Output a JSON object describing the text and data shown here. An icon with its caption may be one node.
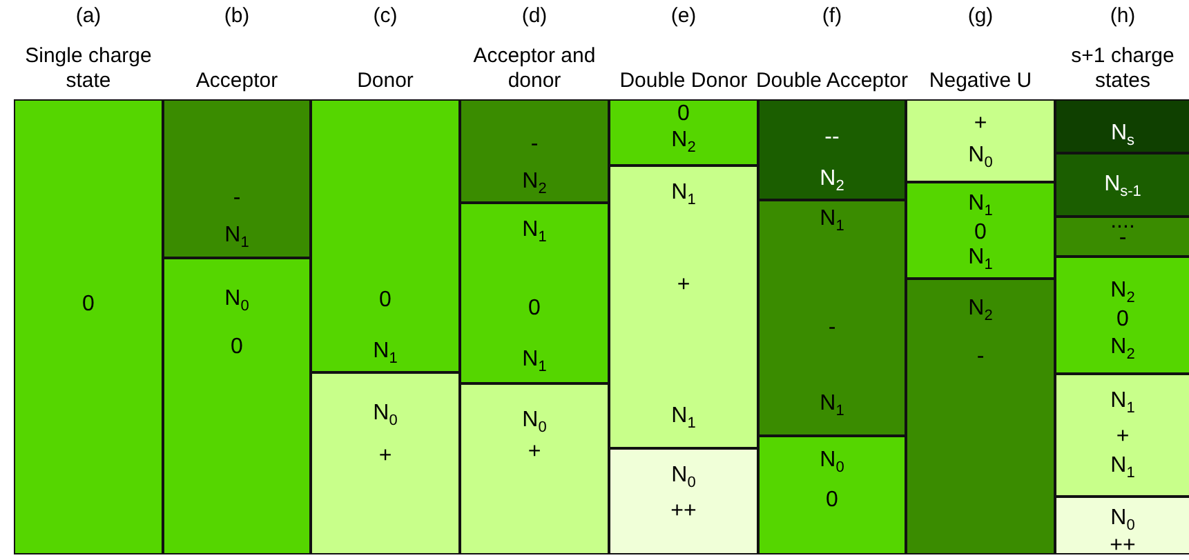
{
  "diagram": {
    "nodes": [
      {
        "text": [
          "0"
        ]
      },
      {
        "text": [
          "-",
          "N$_{1}$"
        ]
      },
      {
        "text": [
          "N$_{0}$",
          "0"
        ]
      },
      {
        "text": [
          "0",
          "N$_{1}$"
        ]
      },
      {
        "text": [
          "N$_{0}$",
          "+"
        ]
      },
      {
        "text": [
          "-",
          "N$_{2}$"
        ]
      },
      {
        "text": [
          "N$_{1}$",
          "0",
          "N$_{1}$"
        ]
      },
      {
        "text": [
          "N$_{0}$",
          "+"
        ]
      },
      {
        "text": [
          "0",
          "N$_{2}$"
        ]
      },
      {
        "text": [
          "N$_{1}$",
          "+",
          "N$_{1}$"
        ]
      },
      {
        "text": [
          "N$_{0}$",
          "++"
        ]
      },
      {
        "text": [
          "--",
          "N$_{2}$"
        ]
      },
      {
        "text": [
          "N$_{1}$",
          "-",
          "N$_{1}$"
        ]
      },
      {
        "text": [
          "N$_{0}$",
          "0"
        ]
      },
      {
        "text": [
          "+",
          "N$_{0}$"
        ]
      },
      {
        "text": [
          "N$_{1}$",
          "0",
          "N$_{1}$"
        ]
      },
      {
        "text": [
          "N$_{2}$",
          "-"
        ]
      },
      {
        "text": [
          "N$_{s}$"
        ]
      },
      {
        "text": [
          "N$_{s-1}$"
        ]
      },
      {
        "text": [
          "....",
          "-"
        ]
      },
      {
        "text": [
          "N$_{2}$",
          "0",
          "N$_{2}$"
        ]
      },
      {
        "text": [
          "N$_{1}$",
          "+",
          "N$_{1}$"
        ]
      },
      {
        "text": [
          "N$_{0}$",
          "++"
        ]
      }
    ],
    "labels": [
      "(a)",
      "Single charge state",
      "(b)",
      "Acceptor",
      "(c)",
      "Donor",
      "(d)",
      "Acceptor and donor",
      "(e)",
      "Double Donor",
      "(f)",
      "Double Acceptor",
      "(g)",
      "Negative U",
      "(h)",
      "s+1 charge states"
    ]
  }
}
